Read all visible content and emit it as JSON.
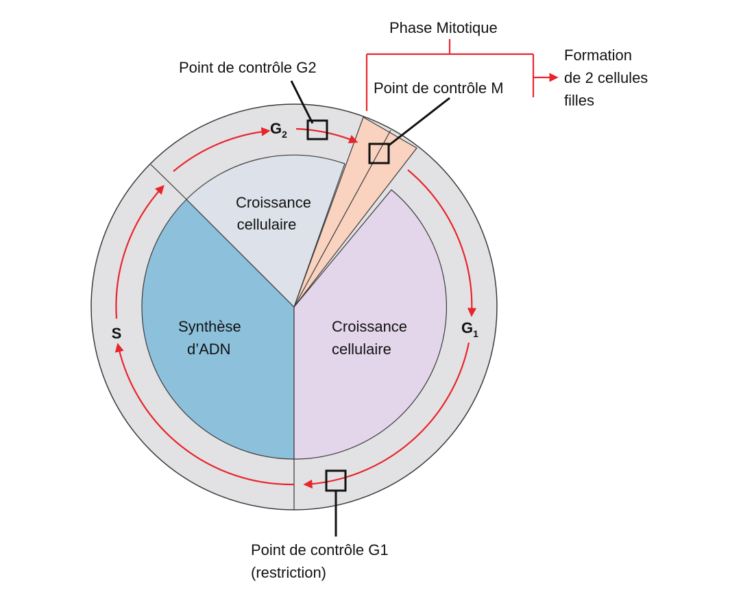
{
  "colors": {
    "ring": "#e2e2e4",
    "outline": "#3a3a3a",
    "arrow": "#e8252b",
    "checkpoint": "#111111",
    "sector_synthesis": "#8cc0db",
    "sector_growth_g2": "#dde1ea",
    "sector_growth_g1": "#e3d6ea",
    "sector_mitosis": "#f9d2c0"
  },
  "icons": [
    "checkpoint-box",
    "cycle-arrow"
  ],
  "diagram": {
    "phase_s": "S",
    "phase_g2": {
      "main": "G",
      "sub": "2"
    },
    "phase_g1": {
      "main": "G",
      "sub": "1"
    },
    "sector_synthesis": {
      "line1": "Synthèse",
      "line2": "d’ADN"
    },
    "sector_growth_top": {
      "line1": "Croissance",
      "line2": "cellulaire"
    },
    "sector_growth_right": {
      "line1": "Croissance",
      "line2": "cellulaire"
    },
    "checkpoint_g2_label": "Point de contrôle G2",
    "checkpoint_m_label": "Point de contrôle M",
    "checkpoint_g1_label": {
      "line1": "Point de contrôle G1",
      "line2": "(restriction)"
    },
    "mitotic_phase_label": "Phase Mitotique",
    "outcome_label": {
      "line1": "Formation",
      "line2": "de 2 cellules",
      "line3": "filles"
    }
  }
}
